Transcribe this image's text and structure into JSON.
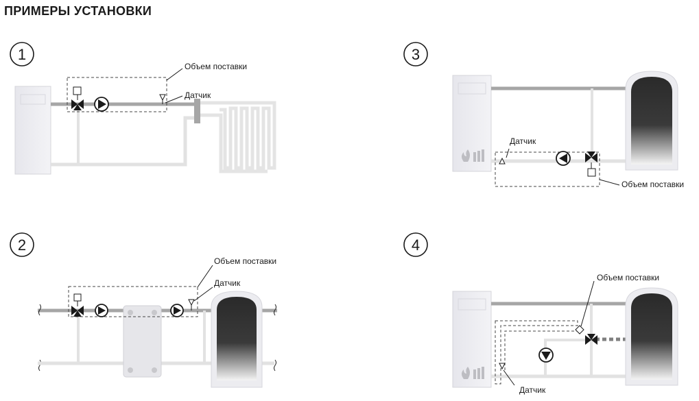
{
  "title": "ПРИМЕРЫ УСТАНОВКИ",
  "schemes": [
    {
      "number": "1",
      "supply_label": "Объем поставки",
      "sensor_label": "Датчик"
    },
    {
      "number": "2",
      "supply_label": "Объем поставки",
      "sensor_label": "Датчик"
    },
    {
      "number": "3",
      "supply_label": "Объем поставки",
      "sensor_label": "Датчик"
    },
    {
      "number": "4",
      "supply_label": "Объем поставки",
      "sensor_label": "Датчик"
    }
  ],
  "colors": {
    "pipe_supply": "#a6a6a6",
    "pipe_return": "#e2e2e2",
    "boiler_fill": "#ececf0",
    "tank_outer": "#ececf0",
    "tank_inner": "#2a2a2a",
    "component": "#1a1a1a",
    "dashed_box": "#444444"
  },
  "icons": [
    "three-way-valve-icon",
    "pump-icon",
    "sensor-icon",
    "flame-icon"
  ]
}
